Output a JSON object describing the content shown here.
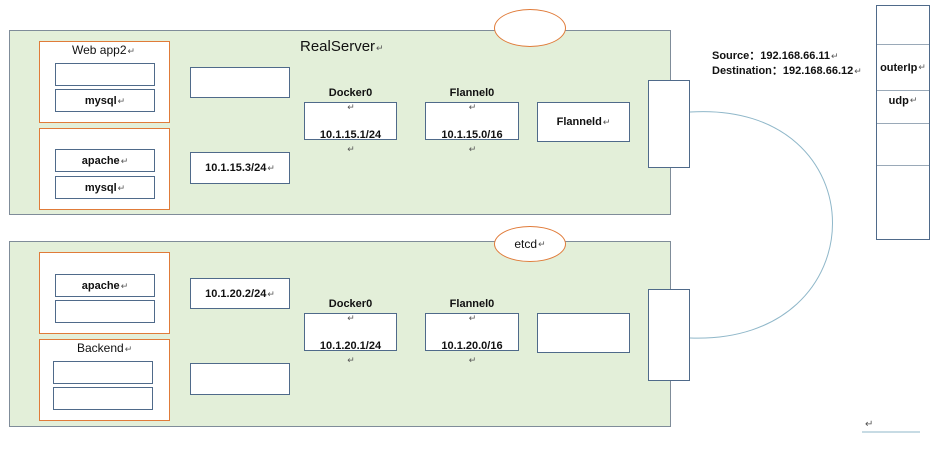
{
  "top_server": {
    "title": "RealServer",
    "app_group_1_title": "Web app2",
    "app_group_1_items": [
      "",
      "mysql"
    ],
    "app_group_2_items": [
      "apache",
      "mysql"
    ],
    "veth_1": "",
    "veth_2": "10.1.15.3/24",
    "docker0_name": "Docker0",
    "docker0_ip": "10.1.15.1/24",
    "flannel0_name": "Flannel0",
    "flannel0_ip": "10.1.15.0/16",
    "flanneld_label": "Flanneld",
    "etcd_label": ""
  },
  "bottom_server": {
    "app_group_1_items": [
      "apache",
      ""
    ],
    "app_group_2_title": "Backend",
    "app_group_2_items": [
      "",
      ""
    ],
    "veth_1": "10.1.20.2/24",
    "veth_2": "",
    "docker0_name": "Docker0",
    "docker0_ip": "10.1.20.1/24",
    "flannel0_name": "Flannel0",
    "flannel0_ip": "10.1.20.0/16",
    "flanneld_label": "",
    "etcd_label": "etcd"
  },
  "packet": {
    "source_label": "Source：",
    "source_ip": "192.168.66.11",
    "destination_label": "Destination：",
    "destination_ip": "192.168.66.12",
    "cells": [
      "",
      "outerIp",
      "udp",
      "",
      ""
    ]
  },
  "return_mark": "↵",
  "colors": {
    "server_fill": "#e3efd9",
    "server_border": "#7f8c99",
    "group_border": "#e07b39",
    "box_border": "#4f6a8a",
    "line": "#8fb7c9"
  }
}
